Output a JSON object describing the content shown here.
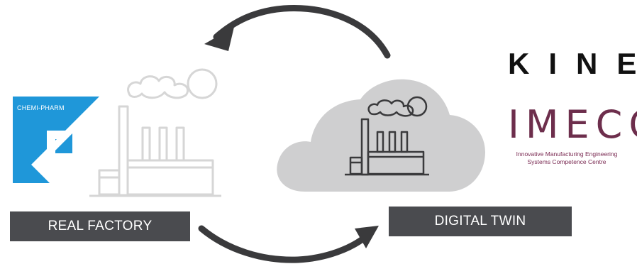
{
  "labels": {
    "real_factory": "REAL FACTORY",
    "digital_twin": "DIGITAL TWIN"
  },
  "logos": {
    "chemi_pharm": "CHEMI-PHARM",
    "kine": "KINE",
    "imecc": "IMECC",
    "imecc_subtitle_line1": "Innovative Manufacturing Engineering",
    "imecc_subtitle_line2": "Systems Competence Centre"
  },
  "icons": {
    "real_factory": "factory-icon",
    "digital_twin_cloud": "cloud-icon",
    "digital_twin_factory": "factory-icon",
    "cycle_arrow_top": "curved-arrow-icon",
    "cycle_arrow_bottom": "curved-arrow-icon"
  },
  "colors": {
    "label_background": "#4a4b4f",
    "label_text": "#ffffff",
    "arrow": "#3a3a3c",
    "real_factory_stroke": "#d6d6d6",
    "cloud_fill": "#cfcfd0",
    "twin_factory_stroke": "#3a3a3c",
    "chemi_blue": "#1f97d9",
    "kine": "#111111",
    "imecc": "#6d2e4c"
  }
}
